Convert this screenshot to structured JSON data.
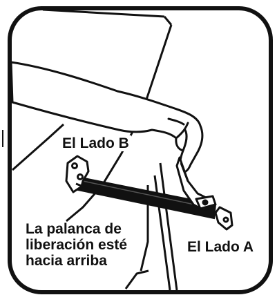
{
  "labels": {
    "side_b": "El Lado B",
    "side_a": "El Lado A",
    "instruction_lines": [
      "La palanca de",
      "liberación esté",
      "hacia arriba"
    ]
  },
  "icons": {
    "frame": "rounded-frame",
    "hand": "hand-icon",
    "strap": "strap-icon",
    "buckle": "buckle-release-lever-icon",
    "bracket_b": "mounting-bracket-icon",
    "bracket_a": "mounting-bracket-icon"
  },
  "colors": {
    "line": "#111111",
    "background": "#ffffff"
  }
}
